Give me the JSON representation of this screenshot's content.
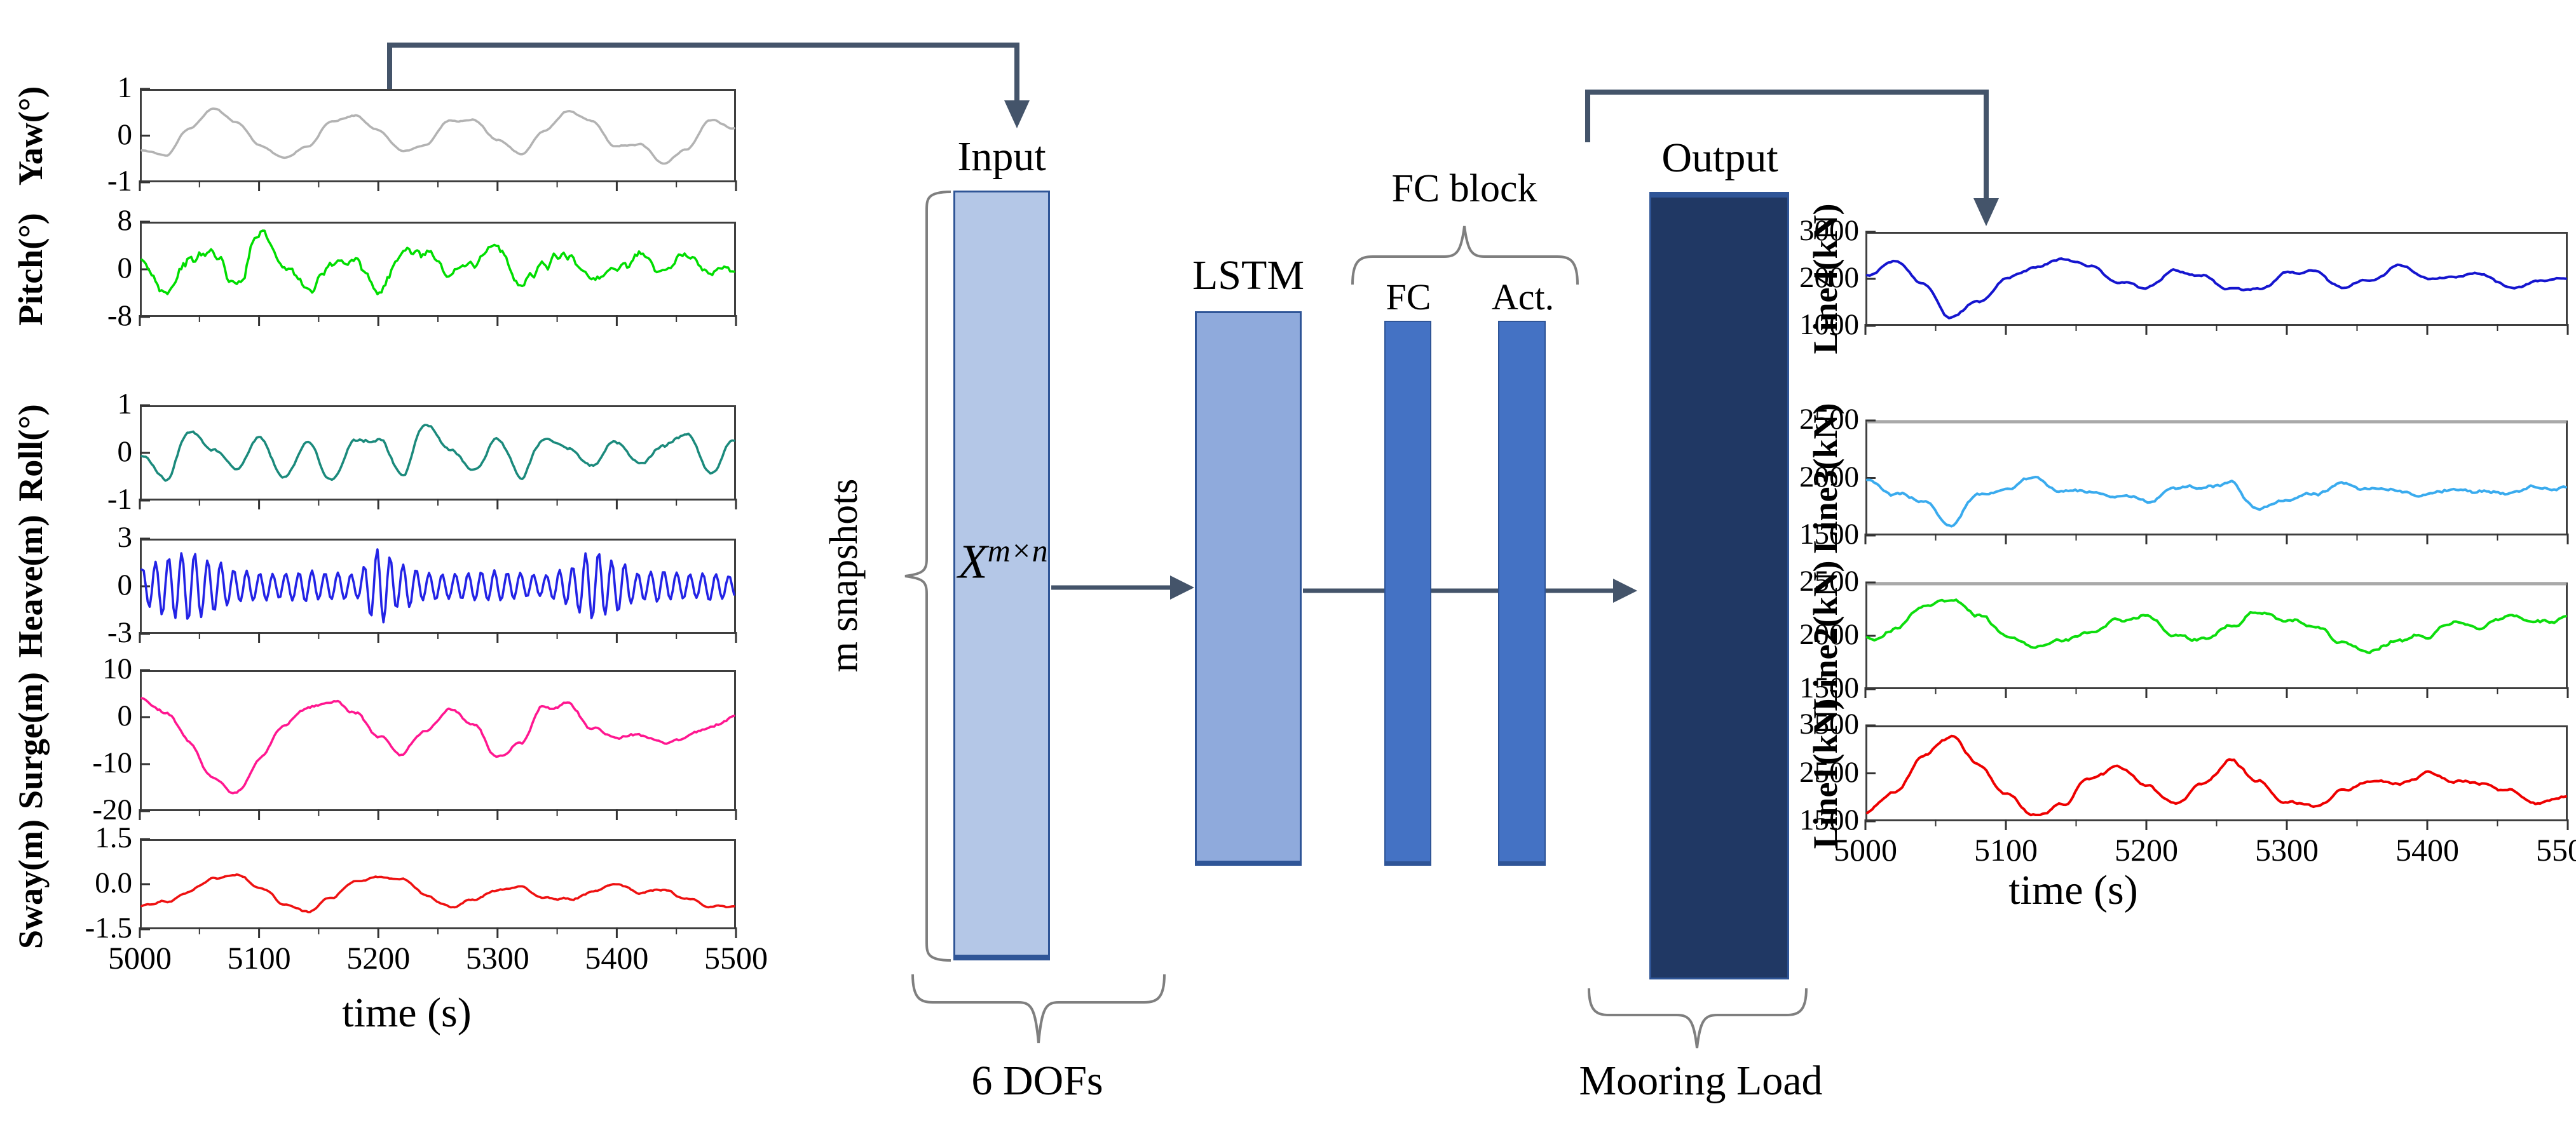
{
  "diagram": {
    "input_label": "Input",
    "lstm_label": "LSTM",
    "fc_block_label": "FC block",
    "fc_label": "FC",
    "act_label": "Act.",
    "output_label": "Output",
    "x_matrix_base": "X",
    "x_matrix_sup": "m×n",
    "m_snapshots_label": "m snapshots",
    "six_dofs_label": "6 DOFs",
    "mooring_label": "Mooring Load",
    "colors": {
      "arrow": "#44546a",
      "brace": "#7f7f7f",
      "input_fill": "#b4c7e7",
      "lstm_fill": "#8faadc",
      "fc_fill": "#4472c4",
      "output_fill": "#203864",
      "block_border": "#2f5597",
      "axis": "#333333"
    }
  },
  "time_axis": {
    "min": 5000,
    "max": 5500,
    "ticks": [
      "5000",
      "5100",
      "5200",
      "5300",
      "5400",
      "5500"
    ],
    "label": "time (s)"
  },
  "chart_data": [
    {
      "id": "yaw",
      "side": "left",
      "type": "line",
      "title": "",
      "ylabel": "Yaw(°)",
      "xlabel": "time (s)",
      "color": "#b3b3b3",
      "ylim": [
        -1,
        1
      ],
      "xlim": [
        5000,
        5500
      ],
      "x_step": 20,
      "yticks": [
        {
          "value": 1,
          "label": "1"
        },
        {
          "value": 0,
          "label": "0"
        },
        {
          "value": -1,
          "label": "-1"
        }
      ],
      "values": [
        -0.35,
        -0.45,
        0.15,
        0.6,
        0.3,
        -0.2,
        -0.5,
        -0.25,
        0.3,
        0.45,
        0.1,
        -0.35,
        -0.2,
        0.35,
        0.35,
        -0.1,
        -0.4,
        0.1,
        0.55,
        0.3,
        -0.25,
        -0.2,
        -0.6,
        -0.3,
        0.35,
        0.15
      ]
    },
    {
      "id": "pitch",
      "side": "left",
      "type": "line",
      "title": "",
      "ylabel": "Pitch(°)",
      "xlabel": "time (s)",
      "color": "#00dd00",
      "ylim": [
        -8,
        8
      ],
      "xlim": [
        5000,
        5500
      ],
      "x_step": 20,
      "yticks": [
        {
          "value": 8,
          "label": "8"
        },
        {
          "value": 0,
          "label": "0"
        },
        {
          "value": -8,
          "label": "-8"
        }
      ],
      "values": [
        0.5,
        -3.5,
        1.5,
        3,
        -3,
        7,
        1,
        -3.5,
        0.5,
        2,
        -4,
        2.5,
        3,
        -1,
        1.5,
        3.5,
        -2.5,
        1,
        2.5,
        -1.5,
        0.5,
        2,
        -1,
        2.5,
        -0.5,
        0.5
      ]
    },
    {
      "id": "roll",
      "side": "left",
      "type": "line",
      "title": "",
      "ylabel": "Roll(°)",
      "xlabel": "time (s)",
      "color": "#1b8a7c",
      "ylim": [
        -1,
        1
      ],
      "xlim": [
        5000,
        5500
      ],
      "x_step": 20,
      "yticks": [
        {
          "value": 1,
          "label": "1"
        },
        {
          "value": 0,
          "label": "0"
        },
        {
          "value": -1,
          "label": "-1"
        }
      ],
      "values": [
        0,
        -0.6,
        0.45,
        0.1,
        -0.3,
        0.35,
        -0.55,
        0.2,
        -0.65,
        0.25,
        0.3,
        -0.45,
        0.6,
        0.1,
        -0.4,
        0.3,
        -0.5,
        0.35,
        0.15,
        -0.3,
        0.25,
        -0.25,
        0.15,
        0.4,
        -0.45,
        0.25
      ]
    },
    {
      "id": "heave",
      "side": "left",
      "type": "oscillatory",
      "title": "",
      "ylabel": "Heave(m)",
      "xlabel": "time (s)",
      "color": "#2323e6",
      "ylim": [
        -3,
        3
      ],
      "xlim": [
        5000,
        5500
      ],
      "x_step": 20,
      "period_s": 11,
      "yticks": [
        {
          "value": 3,
          "label": "3"
        },
        {
          "value": 0,
          "label": "0"
        },
        {
          "value": -3,
          "label": "-3"
        }
      ],
      "envelope": [
        1.2,
        1.9,
        2.3,
        1.7,
        1.1,
        0.9,
        0.8,
        1.0,
        0.9,
        0.8,
        2.5,
        1.4,
        0.9,
        0.8,
        0.9,
        1.0,
        0.8,
        0.7,
        1.2,
        2.3,
        1.7,
        0.9,
        1.0,
        0.8,
        0.9,
        0.7
      ]
    },
    {
      "id": "surge",
      "side": "left",
      "type": "line",
      "title": "",
      "ylabel": "Surge(m)",
      "xlabel": "time (s)",
      "color": "#ff1790",
      "ylim": [
        -20,
        10
      ],
      "xlim": [
        5000,
        5500
      ],
      "x_step": 20,
      "yticks": [
        {
          "value": 10,
          "label": "10"
        },
        {
          "value": 0,
          "label": "0"
        },
        {
          "value": -10,
          "label": "-10"
        },
        {
          "value": -20,
          "label": "-20"
        }
      ],
      "values": [
        4,
        1,
        -5,
        -13,
        -16.5,
        -9,
        -2,
        2,
        3.5,
        1,
        -4,
        -8,
        -3,
        2,
        -1.5,
        -9,
        -5,
        2.5,
        3,
        -2,
        -4.5,
        -3.5,
        -5.5,
        -4,
        -2,
        0.5
      ]
    },
    {
      "id": "sway",
      "side": "left",
      "type": "line",
      "title": "",
      "ylabel": "Sway(m)",
      "xlabel": "time (s)",
      "color": "#ee1111",
      "ylim": [
        -1.5,
        1.5
      ],
      "xlim": [
        5000,
        5500
      ],
      "x_step": 20,
      "yticks": [
        {
          "value": 1.5,
          "label": "1.5"
        },
        {
          "value": 0,
          "label": "0.0"
        },
        {
          "value": -1.5,
          "label": "-1.5"
        }
      ],
      "values": [
        -0.75,
        -0.6,
        -0.25,
        0.2,
        0.3,
        -0.1,
        -0.7,
        -0.95,
        -0.5,
        0.1,
        0.25,
        0.2,
        -0.35,
        -0.8,
        -0.55,
        -0.2,
        -0.1,
        -0.5,
        -0.55,
        -0.25,
        0.0,
        -0.3,
        -0.2,
        -0.5,
        -0.75,
        -0.8
      ]
    },
    {
      "id": "line4",
      "side": "right",
      "type": "line",
      "title": "",
      "ylabel": "Line4(kN)",
      "xlabel": "time (s)",
      "color": "#1515cf",
      "ylim": [
        1000,
        3000
      ],
      "xlim": [
        5000,
        5500
      ],
      "x_step": 20,
      "yticks": [
        {
          "value": 3000,
          "label": "3000"
        },
        {
          "value": 2000,
          "label": "2000"
        },
        {
          "value": 1000,
          "label": "1000"
        }
      ],
      "values": [
        2100,
        2400,
        1900,
        1150,
        1500,
        2000,
        2250,
        2450,
        2300,
        1900,
        1800,
        2150,
        2100,
        1800,
        1750,
        2100,
        2150,
        1800,
        2000,
        2300,
        2000,
        2050,
        2100,
        1800,
        1950,
        2050
      ]
    },
    {
      "id": "line3",
      "side": "right",
      "type": "line",
      "title": "",
      "ylabel": "Line3(kN)",
      "xlabel": "time (s)",
      "color": "#3aabee",
      "ylim": [
        1500,
        2500
      ],
      "xlim": [
        5000,
        5500
      ],
      "x_step": 20,
      "yticks": [
        {
          "value": 2500,
          "label": "2500"
        },
        {
          "value": 2000,
          "label": "2000"
        },
        {
          "value": 1500,
          "label": "1500"
        }
      ],
      "values": [
        1980,
        1850,
        1800,
        1560,
        1850,
        1900,
        2000,
        1880,
        1870,
        1850,
        1800,
        1900,
        1930,
        1950,
        1720,
        1800,
        1850,
        1950,
        1900,
        1880,
        1850,
        1900,
        1870,
        1880,
        1900,
        1900
      ]
    },
    {
      "id": "line2",
      "side": "right",
      "type": "line",
      "title": "",
      "ylabel": "Line2(kN)",
      "xlabel": "time (s)",
      "color": "#0ddd0d",
      "ylim": [
        1500,
        2500
      ],
      "xlim": [
        5000,
        5500
      ],
      "x_step": 20,
      "yticks": [
        {
          "value": 2500,
          "label": "2500"
        },
        {
          "value": 2000,
          "label": "2000"
        },
        {
          "value": 1500,
          "label": "1500"
        }
      ],
      "values": [
        1950,
        2050,
        2300,
        2350,
        2200,
        2000,
        1900,
        1950,
        2050,
        2150,
        2200,
        2000,
        1950,
        2100,
        2250,
        2150,
        2100,
        1900,
        1850,
        1950,
        2000,
        2150,
        2100,
        2200,
        2150,
        2150
      ]
    },
    {
      "id": "line1",
      "side": "right",
      "type": "line",
      "title": "",
      "ylabel": "Line1(kN)",
      "xlabel": "time (s)",
      "color": "#ee0000",
      "ylim": [
        1500,
        3500
      ],
      "xlim": [
        5000,
        5500
      ],
      "x_step": 20,
      "yticks": [
        {
          "value": 3500,
          "label": "3500"
        },
        {
          "value": 2500,
          "label": "2500"
        },
        {
          "value": 1500,
          "label": "1500"
        }
      ],
      "values": [
        1700,
        2100,
        2900,
        3300,
        2700,
        2000,
        1600,
        1800,
        2400,
        2650,
        2200,
        1850,
        2250,
        2800,
        2300,
        1900,
        1750,
        2100,
        2300,
        2250,
        2500,
        2350,
        2300,
        2100,
        1850,
        1950
      ]
    }
  ]
}
